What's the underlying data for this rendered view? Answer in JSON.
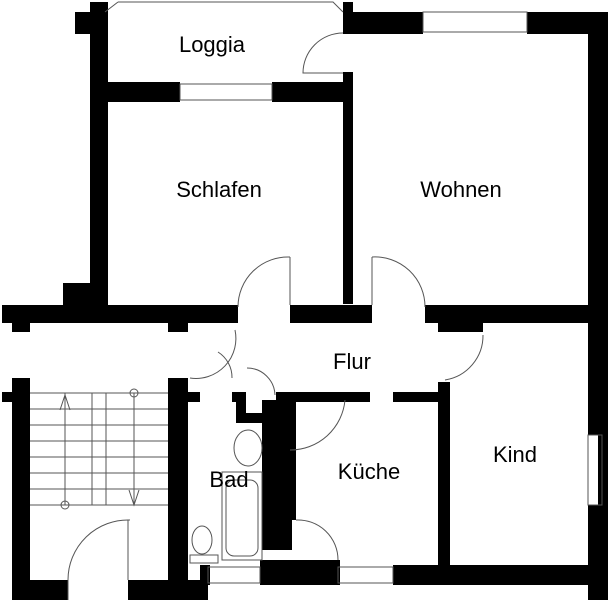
{
  "plan": {
    "type": "floor-plan",
    "wall_color": "#000000",
    "line_color": "#555555",
    "background": "#ffffff"
  },
  "rooms": {
    "loggia": {
      "label": "Loggia"
    },
    "schlafen": {
      "label": "Schlafen"
    },
    "wohnen": {
      "label": "Wohnen"
    },
    "flur": {
      "label": "Flur"
    },
    "kueche": {
      "label": "Küche"
    },
    "kind": {
      "label": "Kind"
    },
    "bad": {
      "label": "Bad"
    }
  }
}
